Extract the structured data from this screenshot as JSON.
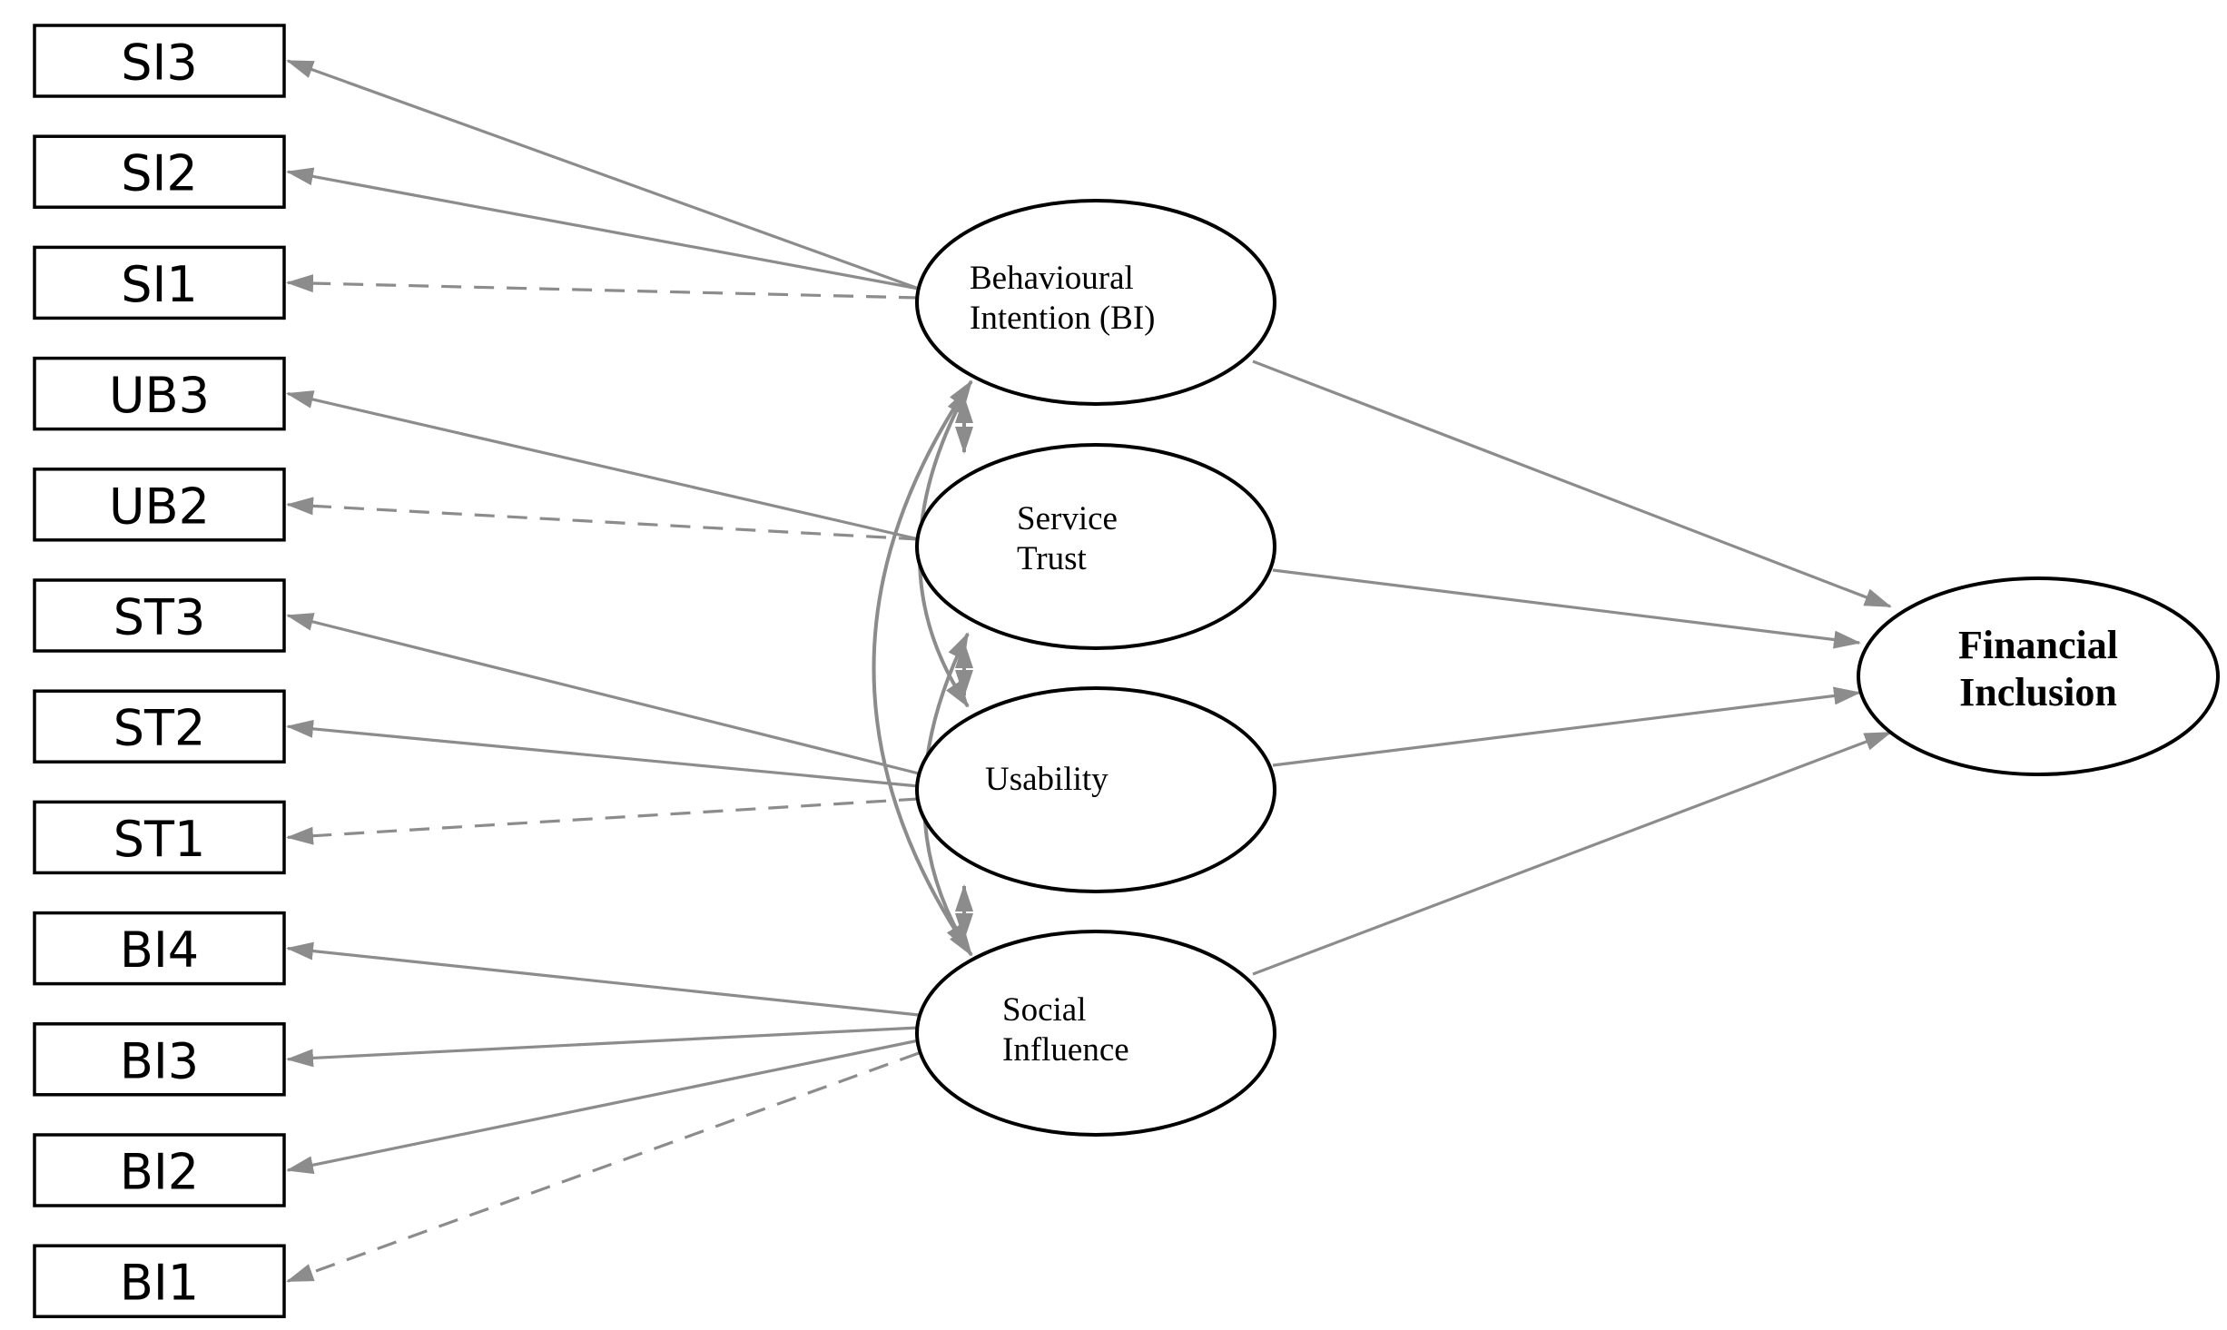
{
  "indicators": [
    {
      "id": "si3",
      "label": "SI3"
    },
    {
      "id": "si2",
      "label": "SI2"
    },
    {
      "id": "si1",
      "label": "SI1"
    },
    {
      "id": "ub3",
      "label": "UB3"
    },
    {
      "id": "ub2",
      "label": "UB2"
    },
    {
      "id": "st3",
      "label": "ST3"
    },
    {
      "id": "st2",
      "label": "ST2"
    },
    {
      "id": "st1",
      "label": "ST1"
    },
    {
      "id": "bi4",
      "label": "BI4"
    },
    {
      "id": "bi3",
      "label": "BI3"
    },
    {
      "id": "bi2",
      "label": "BI2"
    },
    {
      "id": "bi1",
      "label": "BI1"
    }
  ],
  "latents": [
    {
      "id": "bi",
      "lines": [
        "Behavioural",
        "Intention (BI)"
      ]
    },
    {
      "id": "st",
      "lines": [
        "Service",
        "Trust"
      ]
    },
    {
      "id": "ub",
      "lines": [
        "Usability"
      ]
    },
    {
      "id": "si",
      "lines": [
        "Social",
        "Influence"
      ]
    }
  ],
  "outcome": {
    "id": "fi",
    "lines": [
      "Financial",
      "Inclusion"
    ]
  },
  "loadings": [
    {
      "from": "bi",
      "to": "si3",
      "style": "solid"
    },
    {
      "from": "bi",
      "to": "si2",
      "style": "solid"
    },
    {
      "from": "bi",
      "to": "si1",
      "style": "dashed"
    },
    {
      "from": "st",
      "to": "ub3",
      "style": "solid"
    },
    {
      "from": "st",
      "to": "ub2",
      "style": "dashed"
    },
    {
      "from": "ub",
      "to": "st3",
      "style": "solid"
    },
    {
      "from": "ub",
      "to": "st2",
      "style": "solid"
    },
    {
      "from": "ub",
      "to": "st1",
      "style": "dashed"
    },
    {
      "from": "si",
      "to": "bi4",
      "style": "solid"
    },
    {
      "from": "si",
      "to": "bi3",
      "style": "solid"
    },
    {
      "from": "si",
      "to": "bi2",
      "style": "solid"
    },
    {
      "from": "si",
      "to": "bi1",
      "style": "dashed"
    }
  ],
  "paths": [
    {
      "from": "bi",
      "to": "fi"
    },
    {
      "from": "st",
      "to": "fi"
    },
    {
      "from": "ub",
      "to": "fi"
    },
    {
      "from": "si",
      "to": "fi"
    }
  ],
  "covariances": [
    {
      "a": "bi",
      "b": "st"
    },
    {
      "a": "bi",
      "b": "ub"
    },
    {
      "a": "bi",
      "b": "si"
    },
    {
      "a": "st",
      "b": "ub"
    },
    {
      "a": "st",
      "b": "si"
    },
    {
      "a": "ub",
      "b": "si"
    }
  ],
  "colors": {
    "edge": "#8c8c8c",
    "outline": "#000000",
    "background": "#ffffff"
  }
}
